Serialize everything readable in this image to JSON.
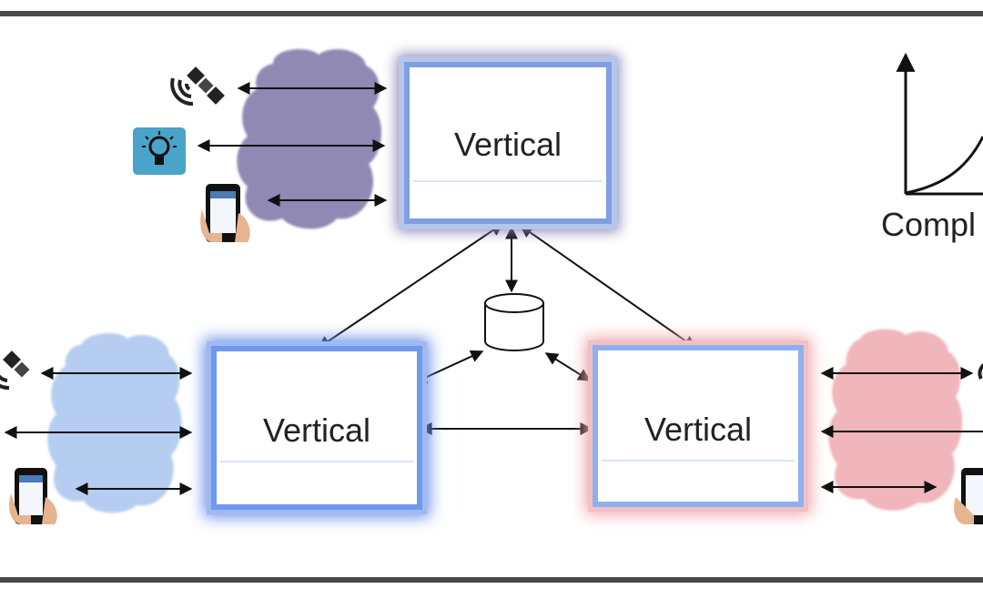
{
  "vertical_top": {
    "label": "Vertical"
  },
  "vertical_left": {
    "label": "Vertical"
  },
  "vertical_right": {
    "label": "Vertical"
  },
  "complexity_chart": {
    "axis_label": "Compl"
  },
  "icons": {
    "satellite": "satellite-icon",
    "lightbulb": "lightbulb-icon",
    "phone": "smartphone-icon",
    "database": "database-icon"
  },
  "colors": {
    "cloud_purple": "#8f89b4",
    "cloud_blue": "#b6cdf2",
    "cloud_pink": "#f0b6bb",
    "bulb_bg": "#4aa3c8",
    "frame": "#4a4a4a"
  }
}
